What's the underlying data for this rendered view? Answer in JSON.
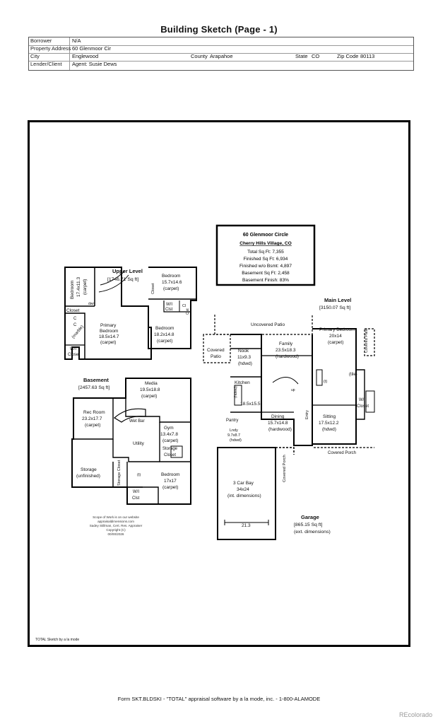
{
  "page_title": "Building Sketch (Page - 1)",
  "header": {
    "borrower_label": "Borrower",
    "borrower_value": "N/A",
    "address_label": "Property Address",
    "address_value": "60 Glenmoor Cir",
    "city_label": "City",
    "city_value": "Englewood",
    "county_label": "County",
    "county_value": "Arapahoe",
    "state_label": "State",
    "state_value": "CO",
    "zip_label": "Zip Code",
    "zip_value": "80113",
    "lender_label": "Lender/Client",
    "lender_value": "Agent: Susie Dews"
  },
  "summary": {
    "name": "60 Glenmoor Circle",
    "place": "Cherry Hills Village, CO",
    "total": "Total Sq Ft: 7,355",
    "finished": "Finished Sq Ft: 6,934",
    "finished_wo_bsmt": "Finished w/o Bsmt: 4,897",
    "basement": "Basement Sq Ft: 2,458",
    "basement_finish": "Basement Finish: 83%"
  },
  "levels": {
    "upper_title": "Upper Level",
    "upper_area": "[1746.71 Sq ft]",
    "main_title": "Main Level",
    "main_area": "[3150.07 Sq ft]",
    "basement_title": "Basement",
    "basement_area": "[2457.63 Sq ft]",
    "garage_title": "Garage",
    "garage_area": "[865.15 Sq ft]",
    "garage_note": "(ext. dimensions)"
  },
  "rooms": {
    "up_bed1_a": "Bedroom",
    "up_bed1_b": "17.4x11.3",
    "up_bed1_c": "(carpet)",
    "up_bed2_a": "Bedroom",
    "up_bed2_b": "15.7x14.6",
    "up_bed2_c": "(carpet)",
    "up_primary_a": "Primary",
    "up_primary_b": "Bedroom",
    "up_primary_c": "18.5x14.7",
    "up_primary_d": "(carpet)",
    "up_bed3_a": "Bedroom",
    "up_bed3_b": "18.2x14.8",
    "up_bed3_c": "(carpet)",
    "up_closet": "Closet",
    "up_marble": "(marble)",
    "up_wi_a": "W/I",
    "up_wi_b": "Closet",
    "up_wi_clst_a": "W/I",
    "up_wi_clst_b": "Clst",
    "up_dwn": "dwn",
    "up_c1": "C",
    "up_c2": "C",
    "up_closet2": "Closet",
    "up_cl": "Cl",
    "up_cl2": "Clst",
    "main_uncovered": "Uncovered Patio",
    "main_covered_a": "Covered",
    "main_covered_b": "Patio",
    "main_nook_a": "Nook",
    "main_nook_b": "11x9.3",
    "main_nook_c": "(hdwd)",
    "main_family_a": "Family",
    "main_family_b": "23.5x18.3",
    "main_family_c": "(hardwood)",
    "main_primary_a": "Primary Bedroom",
    "main_primary_b": "20x14",
    "main_primary_c": "(carpet)",
    "main_covered_patio2": "Covered Patio",
    "main_kitchen_a": "Kitchen",
    "main_kitchen_b": "18.5x15.5",
    "main_hdwd": "(hdwd)",
    "main_up": "up",
    "main_t": "(t)",
    "main_tile": "(tile)",
    "main_dining_a": "Dining",
    "main_dining_b": "15.7x14.8",
    "main_dining_c": "(hardwood)",
    "main_entry": "Entry",
    "main_sitting_a": "Sitting",
    "main_sitting_b": "17.5x12.2",
    "main_sitting_c": "(hdwd)",
    "main_wi_a": "W/I",
    "main_wi_b": "Closet",
    "main_pantry": "Pantry",
    "main_lndy_a": "Lndy",
    "main_lndy_b": "9.7x8.7",
    "main_lndy_c": "(hdwd)",
    "main_covered_porch": "Covered Porch",
    "main_covered_porch2": "Covered Porch",
    "garage_a": "3 Car Bay",
    "garage_b": "34x24",
    "garage_c": "(int. dimensions)",
    "garage_dim": "21.3",
    "bs_media_a": "Media",
    "bs_media_b": "19.5x18.8",
    "bs_media_c": "(carpet)",
    "bs_rec_a": "Rec Room",
    "bs_rec_b": "23.2x17.7",
    "bs_rec_c": "(carpet)",
    "bs_wetbar": "Wet Bar",
    "bs_gym_a": "Gym",
    "bs_gym_b": "13.4x7.8",
    "bs_gym_c": "(carpet)",
    "bs_utility": "Utility",
    "bs_storage_closet_a": "Storage",
    "bs_storage_closet_b": "Closet",
    "bs_storage_a": "Storage",
    "bs_storage_b": "(unfinished)",
    "bs_storage_closet2": "Storage Closet",
    "bs_bed_a": "Bedroom",
    "bs_bed_b": "17x17",
    "bs_bed_c": "(carpet)",
    "bs_wi_a": "W/I",
    "bs_wi_b": "Clst",
    "bs_t": "(t)"
  },
  "notes": {
    "line1": "Scope of Work is on our website",
    "line2": "appraisaldimensions.com",
    "line3": "Sadey Stillman, Cert. Res. Appraiser",
    "line4": "Copyright (C)",
    "line5": "00/00/2026"
  },
  "sketch_credit": "TOTAL Sketch by a la mode",
  "footer_text": "Form SKT.BLDSKI - \"TOTAL\" appraisal software by a la mode, inc. - 1-800-ALAMODE",
  "brand_credit": "REcolorado"
}
